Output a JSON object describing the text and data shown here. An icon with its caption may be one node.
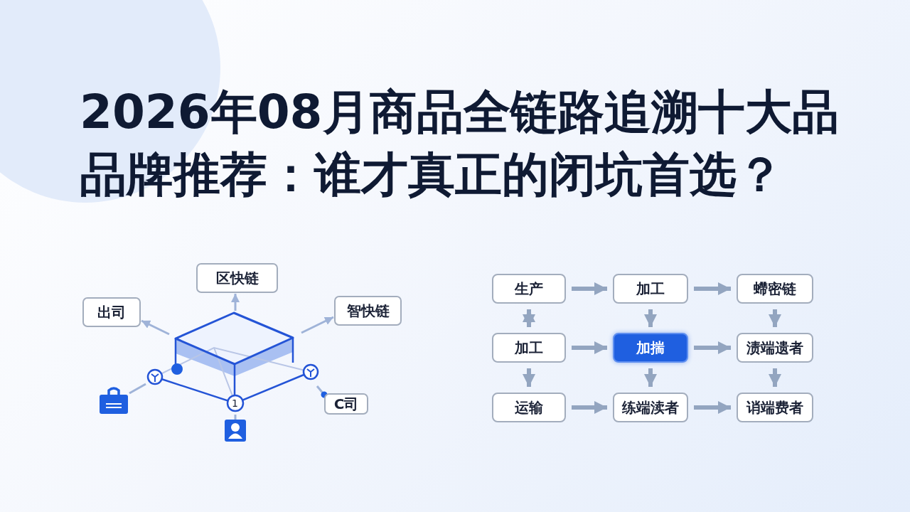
{
  "diagram": {
    "title": "2026年08月商品全链路追溯十大品品牌推荐：谁才真正的闭坑首选？",
    "nodes": [
      {
        "text": [
          "区快链"
        ]
      },
      {
        "text": [
          "出司"
        ]
      },
      {
        "text": [
          "智快链"
        ]
      },
      {
        "text": [],
        "shape": "picture"
      },
      {
        "text": [],
        "shape": "picture"
      },
      {
        "text": [
          "C司"
        ]
      },
      {
        "text": [],
        "shape": "person"
      },
      {
        "text": [
          "生产"
        ]
      },
      {
        "text": [
          "加工"
        ]
      },
      {
        "text": [
          "螮密链"
        ]
      },
      {
        "text": [
          "加工"
        ]
      },
      {
        "text": [
          "加揣"
        ]
      },
      {
        "text": [
          "渍端遗者"
        ]
      },
      {
        "text": [
          "运输"
        ]
      },
      {
        "text": [
          "练端渎者"
        ]
      },
      {
        "text": [
          "诮端费者"
        ]
      }
    ],
    "edges": [
      {
        "from": 3,
        "to": 0,
        "arrow": "to"
      },
      {
        "from": 3,
        "to": 1,
        "arrow": "to"
      },
      {
        "from": 3,
        "to": 2,
        "arrow": "to"
      },
      {
        "from": 3,
        "to": 4,
        "arrow": "none"
      },
      {
        "from": 3,
        "to": 5,
        "arrow": "other"
      },
      {
        "from": 3,
        "to": 6,
        "arrow": "none"
      },
      {
        "from": 7,
        "to": 8,
        "arrow": "to"
      },
      {
        "from": 8,
        "to": 9,
        "arrow": "to"
      },
      {
        "from": 7,
        "to": 10,
        "arrow": "both"
      },
      {
        "from": 10,
        "to": 11,
        "arrow": "to"
      },
      {
        "from": 11,
        "to": 12,
        "arrow": "to"
      },
      {
        "from": 8,
        "to": 11,
        "arrow": "to"
      },
      {
        "from": 9,
        "to": 12,
        "arrow": "to"
      },
      {
        "from": 10,
        "to": 13,
        "arrow": "to"
      },
      {
        "from": 13,
        "to": 14,
        "arrow": "to"
      },
      {
        "from": 11,
        "to": 14,
        "arrow": "to"
      },
      {
        "from": 14,
        "to": 15,
        "arrow": "to"
      },
      {
        "from": 12,
        "to": 15,
        "arrow": "to"
      }
    ],
    "labels": [
      "1"
    ]
  }
}
